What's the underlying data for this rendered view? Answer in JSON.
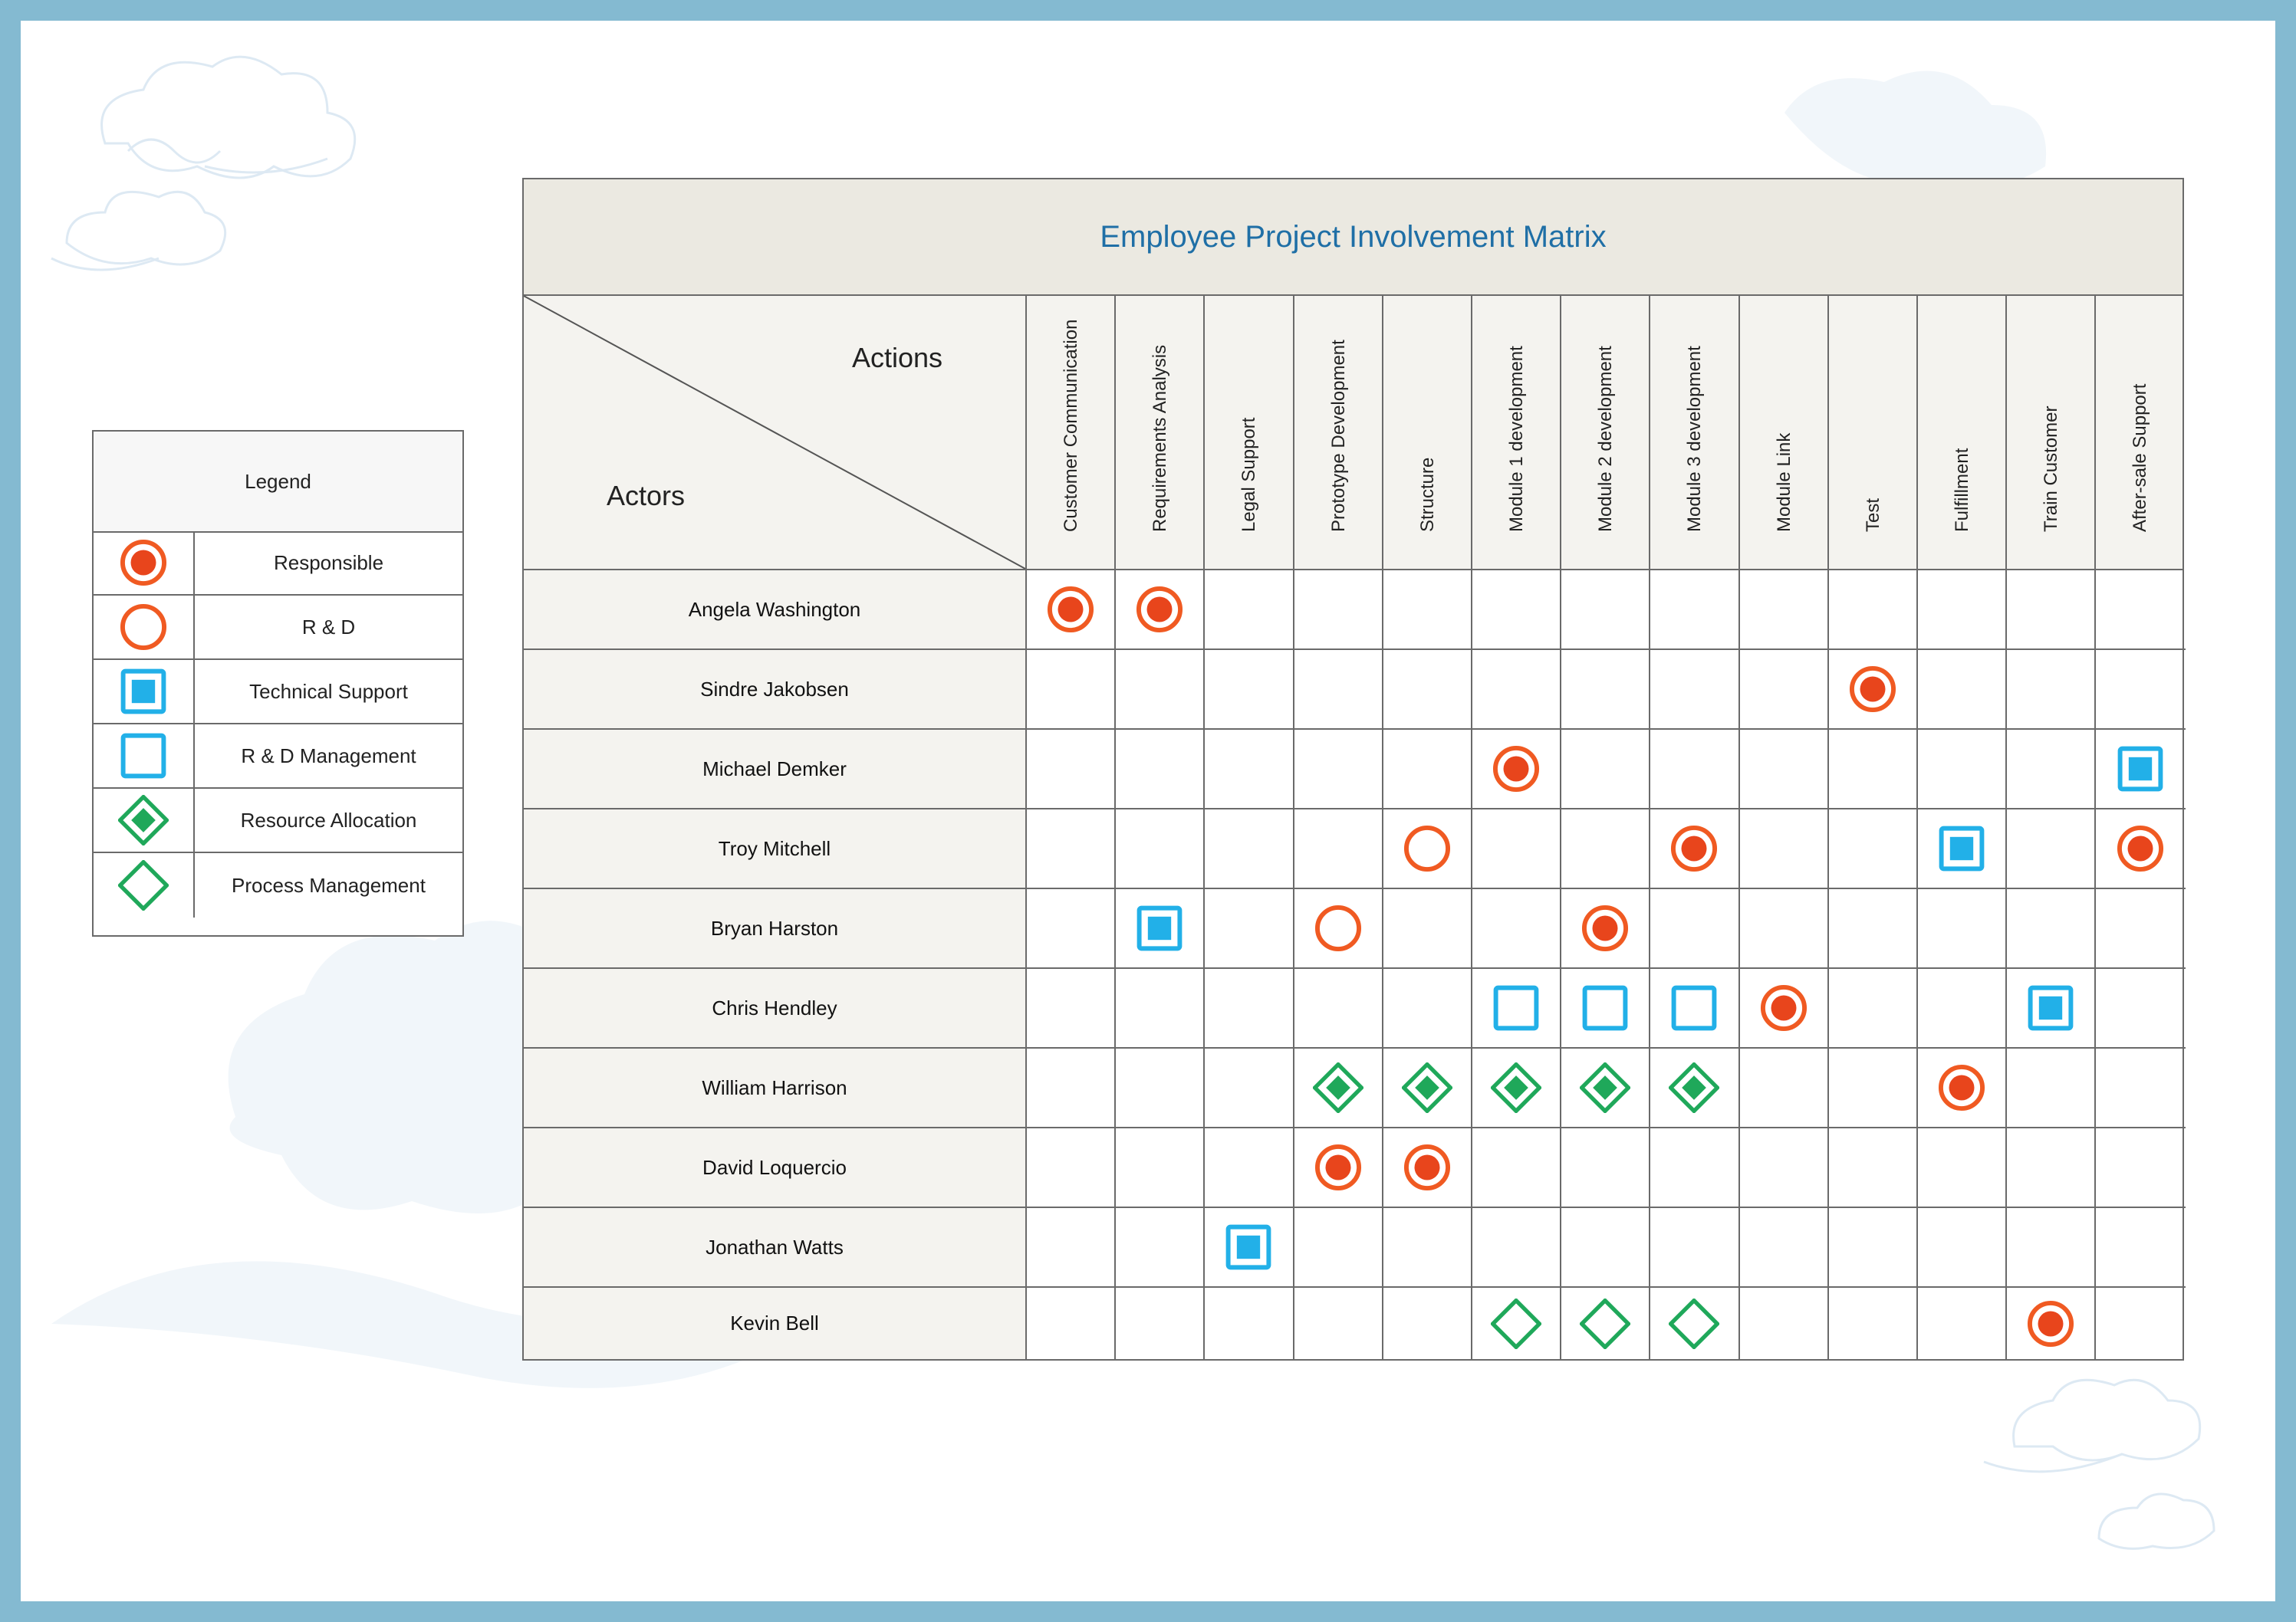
{
  "title": "Employee Project Involvement Matrix",
  "corner": {
    "actions_label": "Actions",
    "actors_label": "Actors"
  },
  "legend": {
    "title": "Legend",
    "items": [
      {
        "symbol": "filled-circle",
        "label": "Responsible"
      },
      {
        "symbol": "empty-circle",
        "label": "R & D"
      },
      {
        "symbol": "filled-square",
        "label": "Technical Support"
      },
      {
        "symbol": "empty-square",
        "label": "R & D Management"
      },
      {
        "symbol": "filled-diamond",
        "label": "Resource Allocation"
      },
      {
        "symbol": "empty-diamond",
        "label": "Process Management"
      }
    ]
  },
  "actions": [
    "Customer Communication",
    "Requirements Analysis",
    "Legal Support",
    "Prototype Development",
    "Structure",
    "Module 1 development",
    "Module 2 development",
    "Module 3 development",
    "Module Link",
    "Test",
    "Fulfillment",
    "Train Customer",
    "After-sale Support"
  ],
  "rows": [
    {
      "actor": "Angela Washington",
      "cells": [
        "filled-circle",
        "filled-circle",
        "",
        "",
        "",
        "",
        "",
        "",
        "",
        "",
        "",
        "",
        ""
      ]
    },
    {
      "actor": "Sindre Jakobsen",
      "cells": [
        "",
        "",
        "",
        "",
        "",
        "",
        "",
        "",
        "",
        "filled-circle",
        "",
        "",
        ""
      ]
    },
    {
      "actor": "Michael Demker",
      "cells": [
        "",
        "",
        "",
        "",
        "",
        "filled-circle",
        "",
        "",
        "",
        "",
        "",
        "",
        "filled-square"
      ]
    },
    {
      "actor": "Troy Mitchell",
      "cells": [
        "",
        "",
        "",
        "",
        "empty-circle",
        "",
        "",
        "filled-circle",
        "",
        "",
        "filled-square",
        "",
        "filled-circle"
      ]
    },
    {
      "actor": "Bryan Harston",
      "cells": [
        "",
        "filled-square",
        "",
        "empty-circle",
        "",
        "",
        "filled-circle",
        "",
        "",
        "",
        "",
        "",
        ""
      ]
    },
    {
      "actor": "Chris Hendley",
      "cells": [
        "",
        "",
        "",
        "",
        "",
        "empty-square",
        "empty-square",
        "empty-square",
        "filled-circle",
        "",
        "",
        "filled-square",
        ""
      ]
    },
    {
      "actor": "William Harrison",
      "cells": [
        "",
        "",
        "",
        "filled-diamond",
        "filled-diamond",
        "filled-diamond",
        "filled-diamond",
        "filled-diamond",
        "",
        "",
        "filled-circle",
        "",
        ""
      ]
    },
    {
      "actor": "David Loquercio",
      "cells": [
        "",
        "",
        "",
        "filled-circle",
        "filled-circle",
        "",
        "",
        "",
        "",
        "",
        "",
        "",
        ""
      ]
    },
    {
      "actor": "Jonathan Watts",
      "cells": [
        "",
        "",
        "filled-square",
        "",
        "",
        "",
        "",
        "",
        "",
        "",
        "",
        "",
        ""
      ]
    },
    {
      "actor": "Kevin Bell",
      "cells": [
        "",
        "",
        "",
        "",
        "",
        "empty-diamond",
        "empty-diamond",
        "empty-diamond",
        "",
        "",
        "",
        "filled-circle",
        ""
      ]
    }
  ],
  "colors": {
    "circle_outer": "#f05a22",
    "circle_inner": "#e8451c",
    "square": "#22b0e8",
    "diamond": "#1fa85a",
    "title": "#1f6fa6",
    "frame": "#84bad1"
  }
}
